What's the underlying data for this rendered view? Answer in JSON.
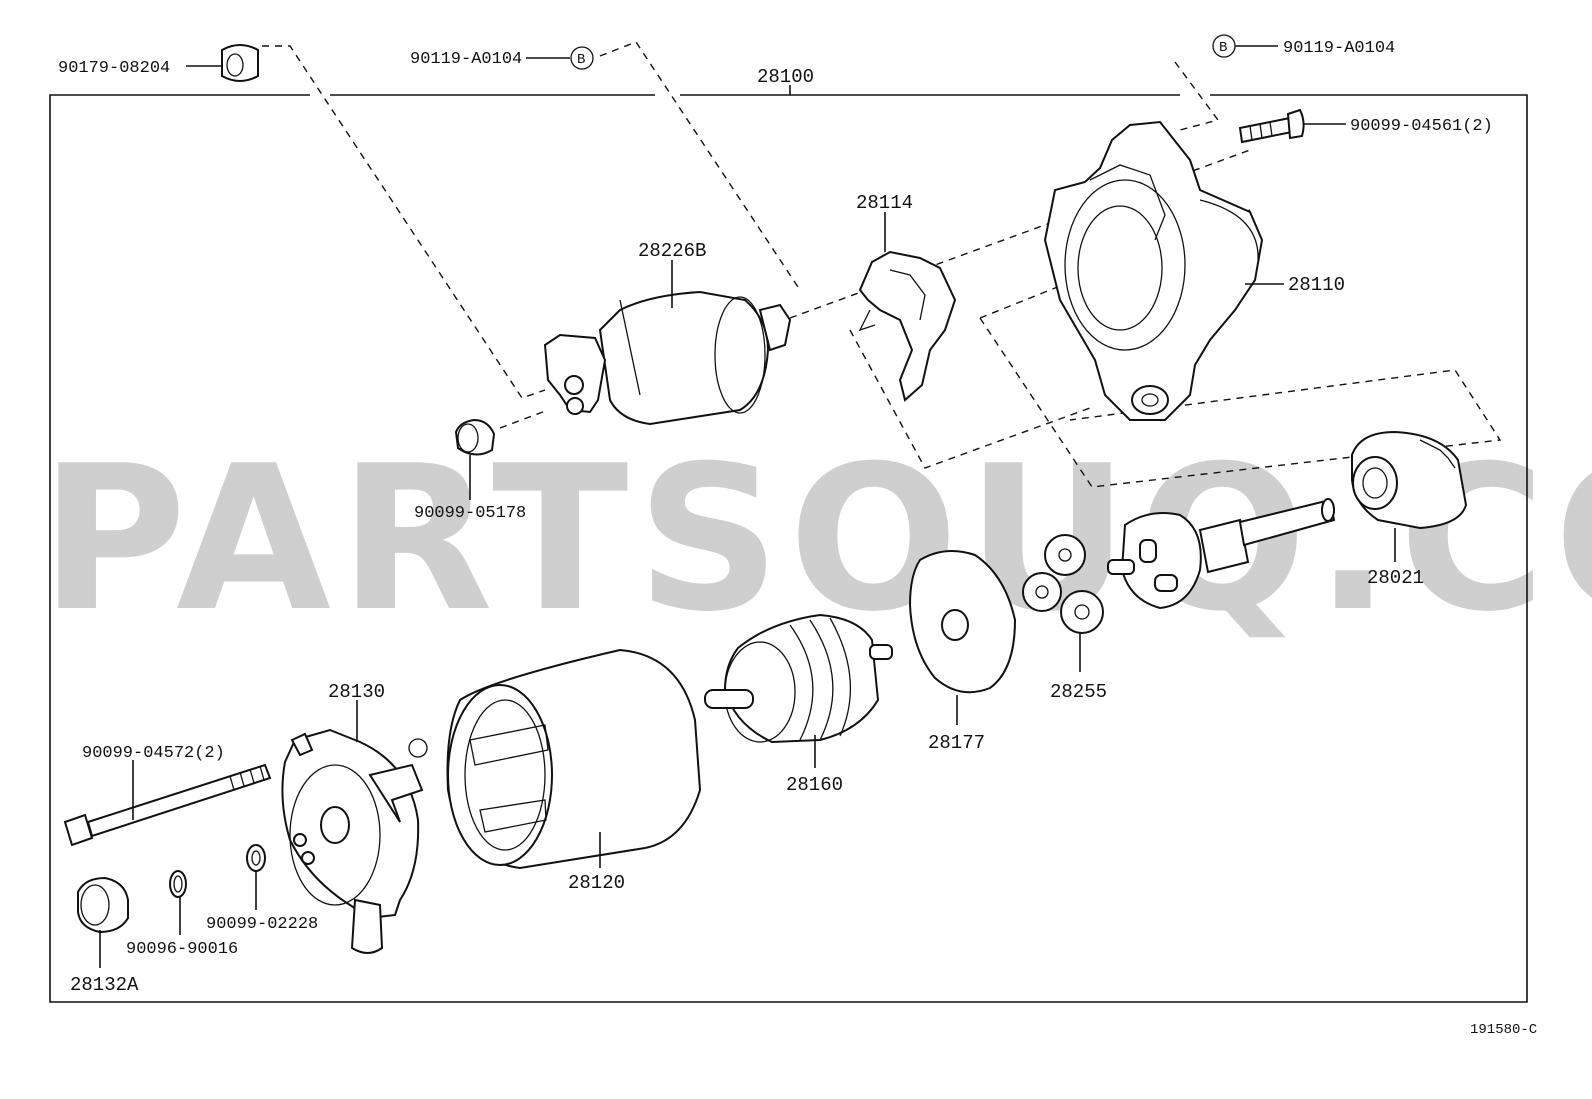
{
  "watermark": "PARTSOUQ.COM",
  "diagram_code": "191580-C",
  "assembly": "28100",
  "labels": {
    "p90179_08204": "90179-08204",
    "p90119_a0104_left": "90119-A0104",
    "marker_b_left": "B",
    "marker_b_right": "B",
    "p90119_a0104_right": "90119-A0104",
    "p90099_04561": "90099-04561(2)",
    "p28114": "28114",
    "p28226b": "28226B",
    "p28110": "28110",
    "p90099_05178": "90099-05178",
    "p28021": "28021",
    "p28255": "28255",
    "p28177": "28177",
    "p28160": "28160",
    "p28130": "28130",
    "p90099_04572": "90099-04572(2)",
    "p28120": "28120",
    "p90099_02228": "90099-02228",
    "p90096_90016": "90096-90016",
    "p28132a": "28132A"
  }
}
